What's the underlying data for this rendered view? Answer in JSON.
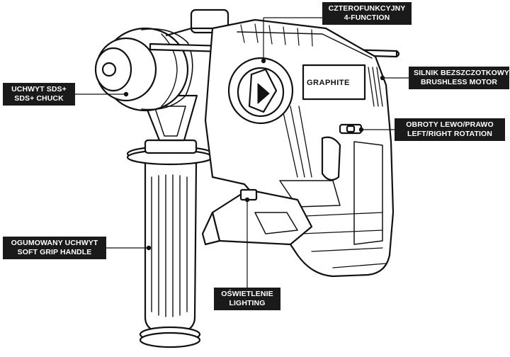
{
  "brand": {
    "logo_text": "GRAPHITE"
  },
  "callouts": {
    "function": {
      "line1": "CZTEROFUNKCYJNY",
      "line2": "4-FUNCTION"
    },
    "motor": {
      "line1": "SILNIK BEZSZCZOTKOWY",
      "line2": "BRUSHLESS MOTOR"
    },
    "rotation": {
      "line1": "OBROTY LEWO/PRAWO",
      "line2": "LEFT/RIGHT ROTATION"
    },
    "chuck": {
      "line1": "UCHWYT SDS+",
      "line2": "SDS+ CHUCK"
    },
    "handle": {
      "line1": "OGUMOWANY UCHWYT",
      "line2": "SOFT GRIP HANDLE"
    },
    "lighting": {
      "line1": "OŚWIETLENIE",
      "line2": "LIGHTING"
    }
  },
  "colors": {
    "ink": "#111111",
    "label_bg": "#1a1a1a",
    "label_text": "#ffffff",
    "background": "#ffffff"
  }
}
